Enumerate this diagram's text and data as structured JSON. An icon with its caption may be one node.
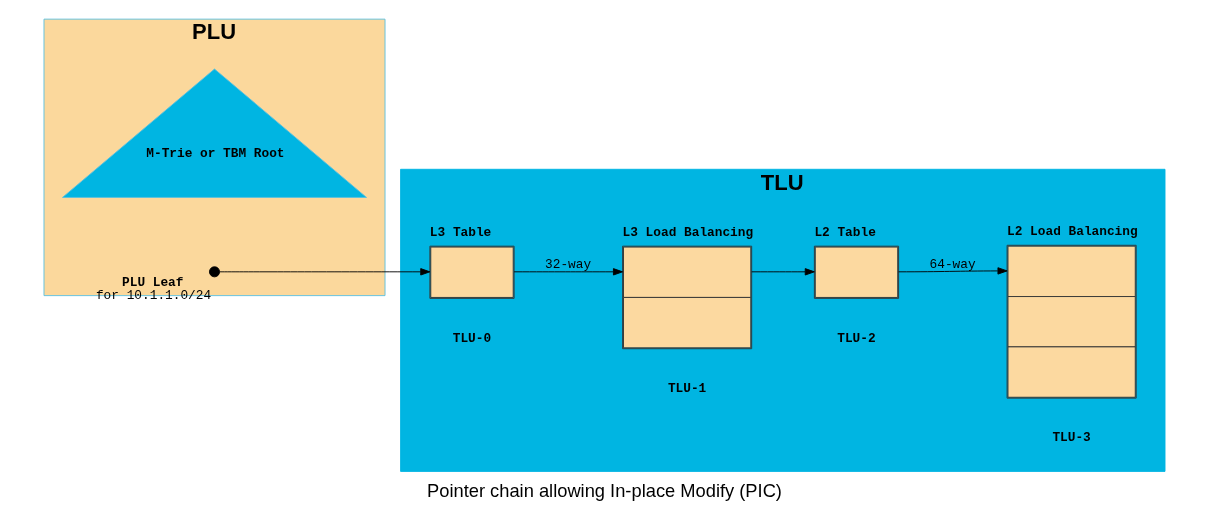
{
  "diagram": {
    "caption": "Pointer chain allowing In-place Modify (PIC)",
    "nodes": [
      {
        "text": [
          "PLU"
        ]
      },
      {
        "text": [
          "M-Trie or TBM Root"
        ],
        "in": 0
      },
      {
        "text": [],
        "shape": "circle",
        "in": 0,
        "beside": [
          "PLU Leaf",
          "for 10.1.1.0/24"
        ]
      },
      {
        "text": [
          "TLU"
        ]
      },
      {
        "text": [
          "L3 Table"
        ],
        "in": 3,
        "beside": [
          "TLU-0"
        ]
      },
      {
        "text": [
          "L3 Load Balancing"
        ],
        "in": 3,
        "beside": [
          "TLU-1"
        ]
      },
      {
        "text": [
          "L2 Table"
        ],
        "in": 3,
        "beside": [
          "TLU-2"
        ]
      },
      {
        "text": [
          "L2 Load Balancing"
        ],
        "in": 3,
        "beside": [
          "TLU-3"
        ]
      }
    ],
    "edges": [
      {
        "from": 2,
        "to": 4,
        "arrow": "to"
      },
      {
        "from": 4,
        "to": 5,
        "arrow": "to",
        "label": "32-way"
      },
      {
        "from": 5,
        "to": 6,
        "arrow": "to"
      },
      {
        "from": 6,
        "to": 7,
        "arrow": "to",
        "label": "64-way"
      }
    ]
  }
}
